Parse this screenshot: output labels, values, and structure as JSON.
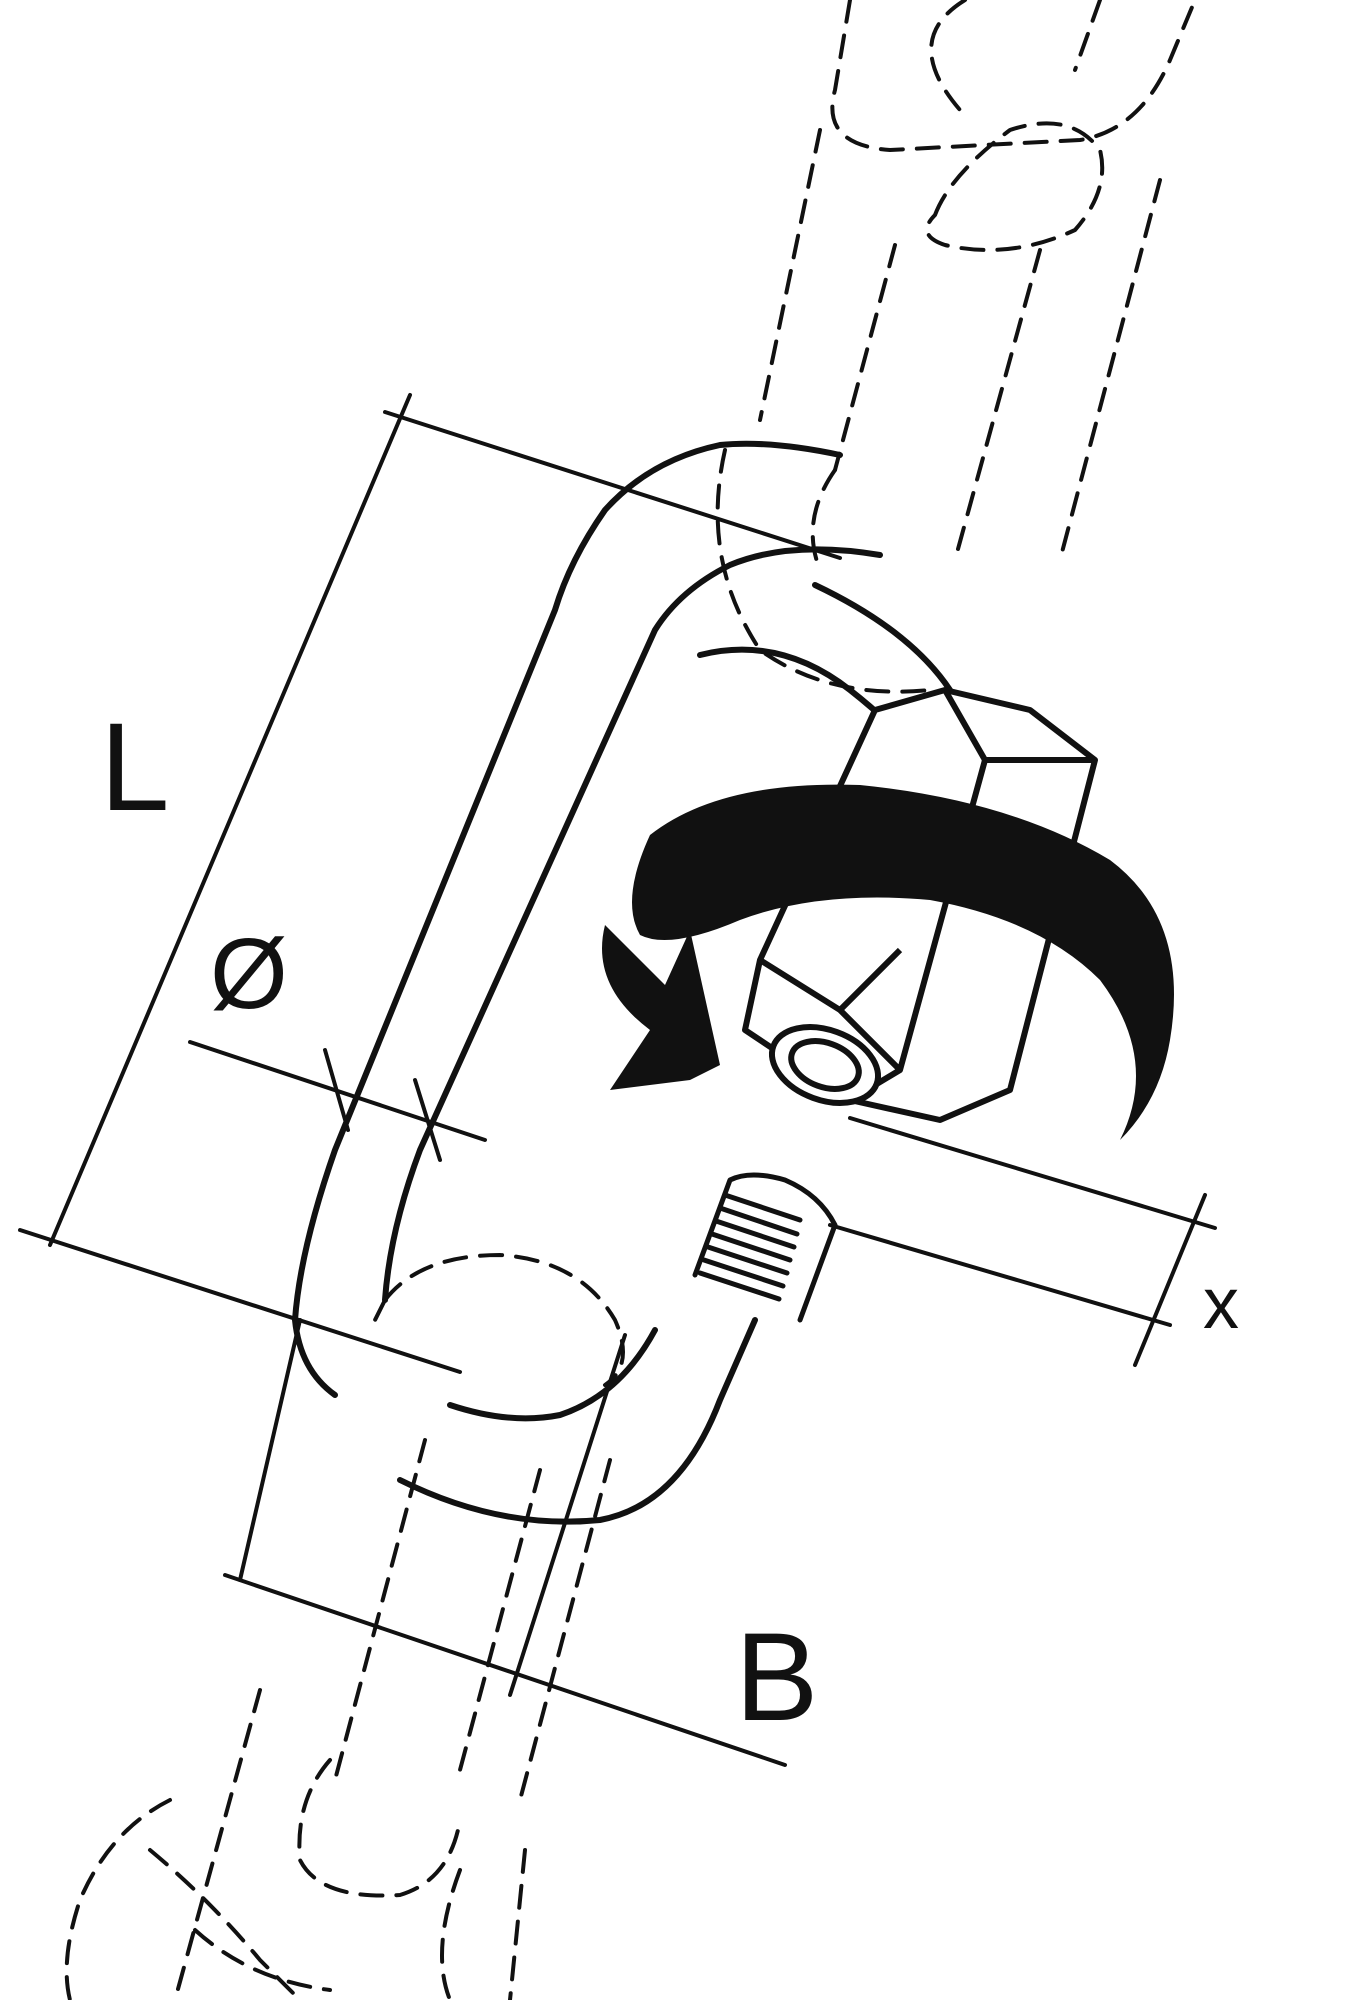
{
  "diagram": {
    "labels": {
      "length": "L",
      "diameter": "Ø",
      "width": "B",
      "opening": "x"
    },
    "colors": {
      "stroke": "#111111",
      "background": "#ffffff"
    },
    "parts": [
      "chain-upper",
      "chain-lower",
      "quick-link-body",
      "hex-nut",
      "threaded-end",
      "rotation-arrow"
    ]
  }
}
